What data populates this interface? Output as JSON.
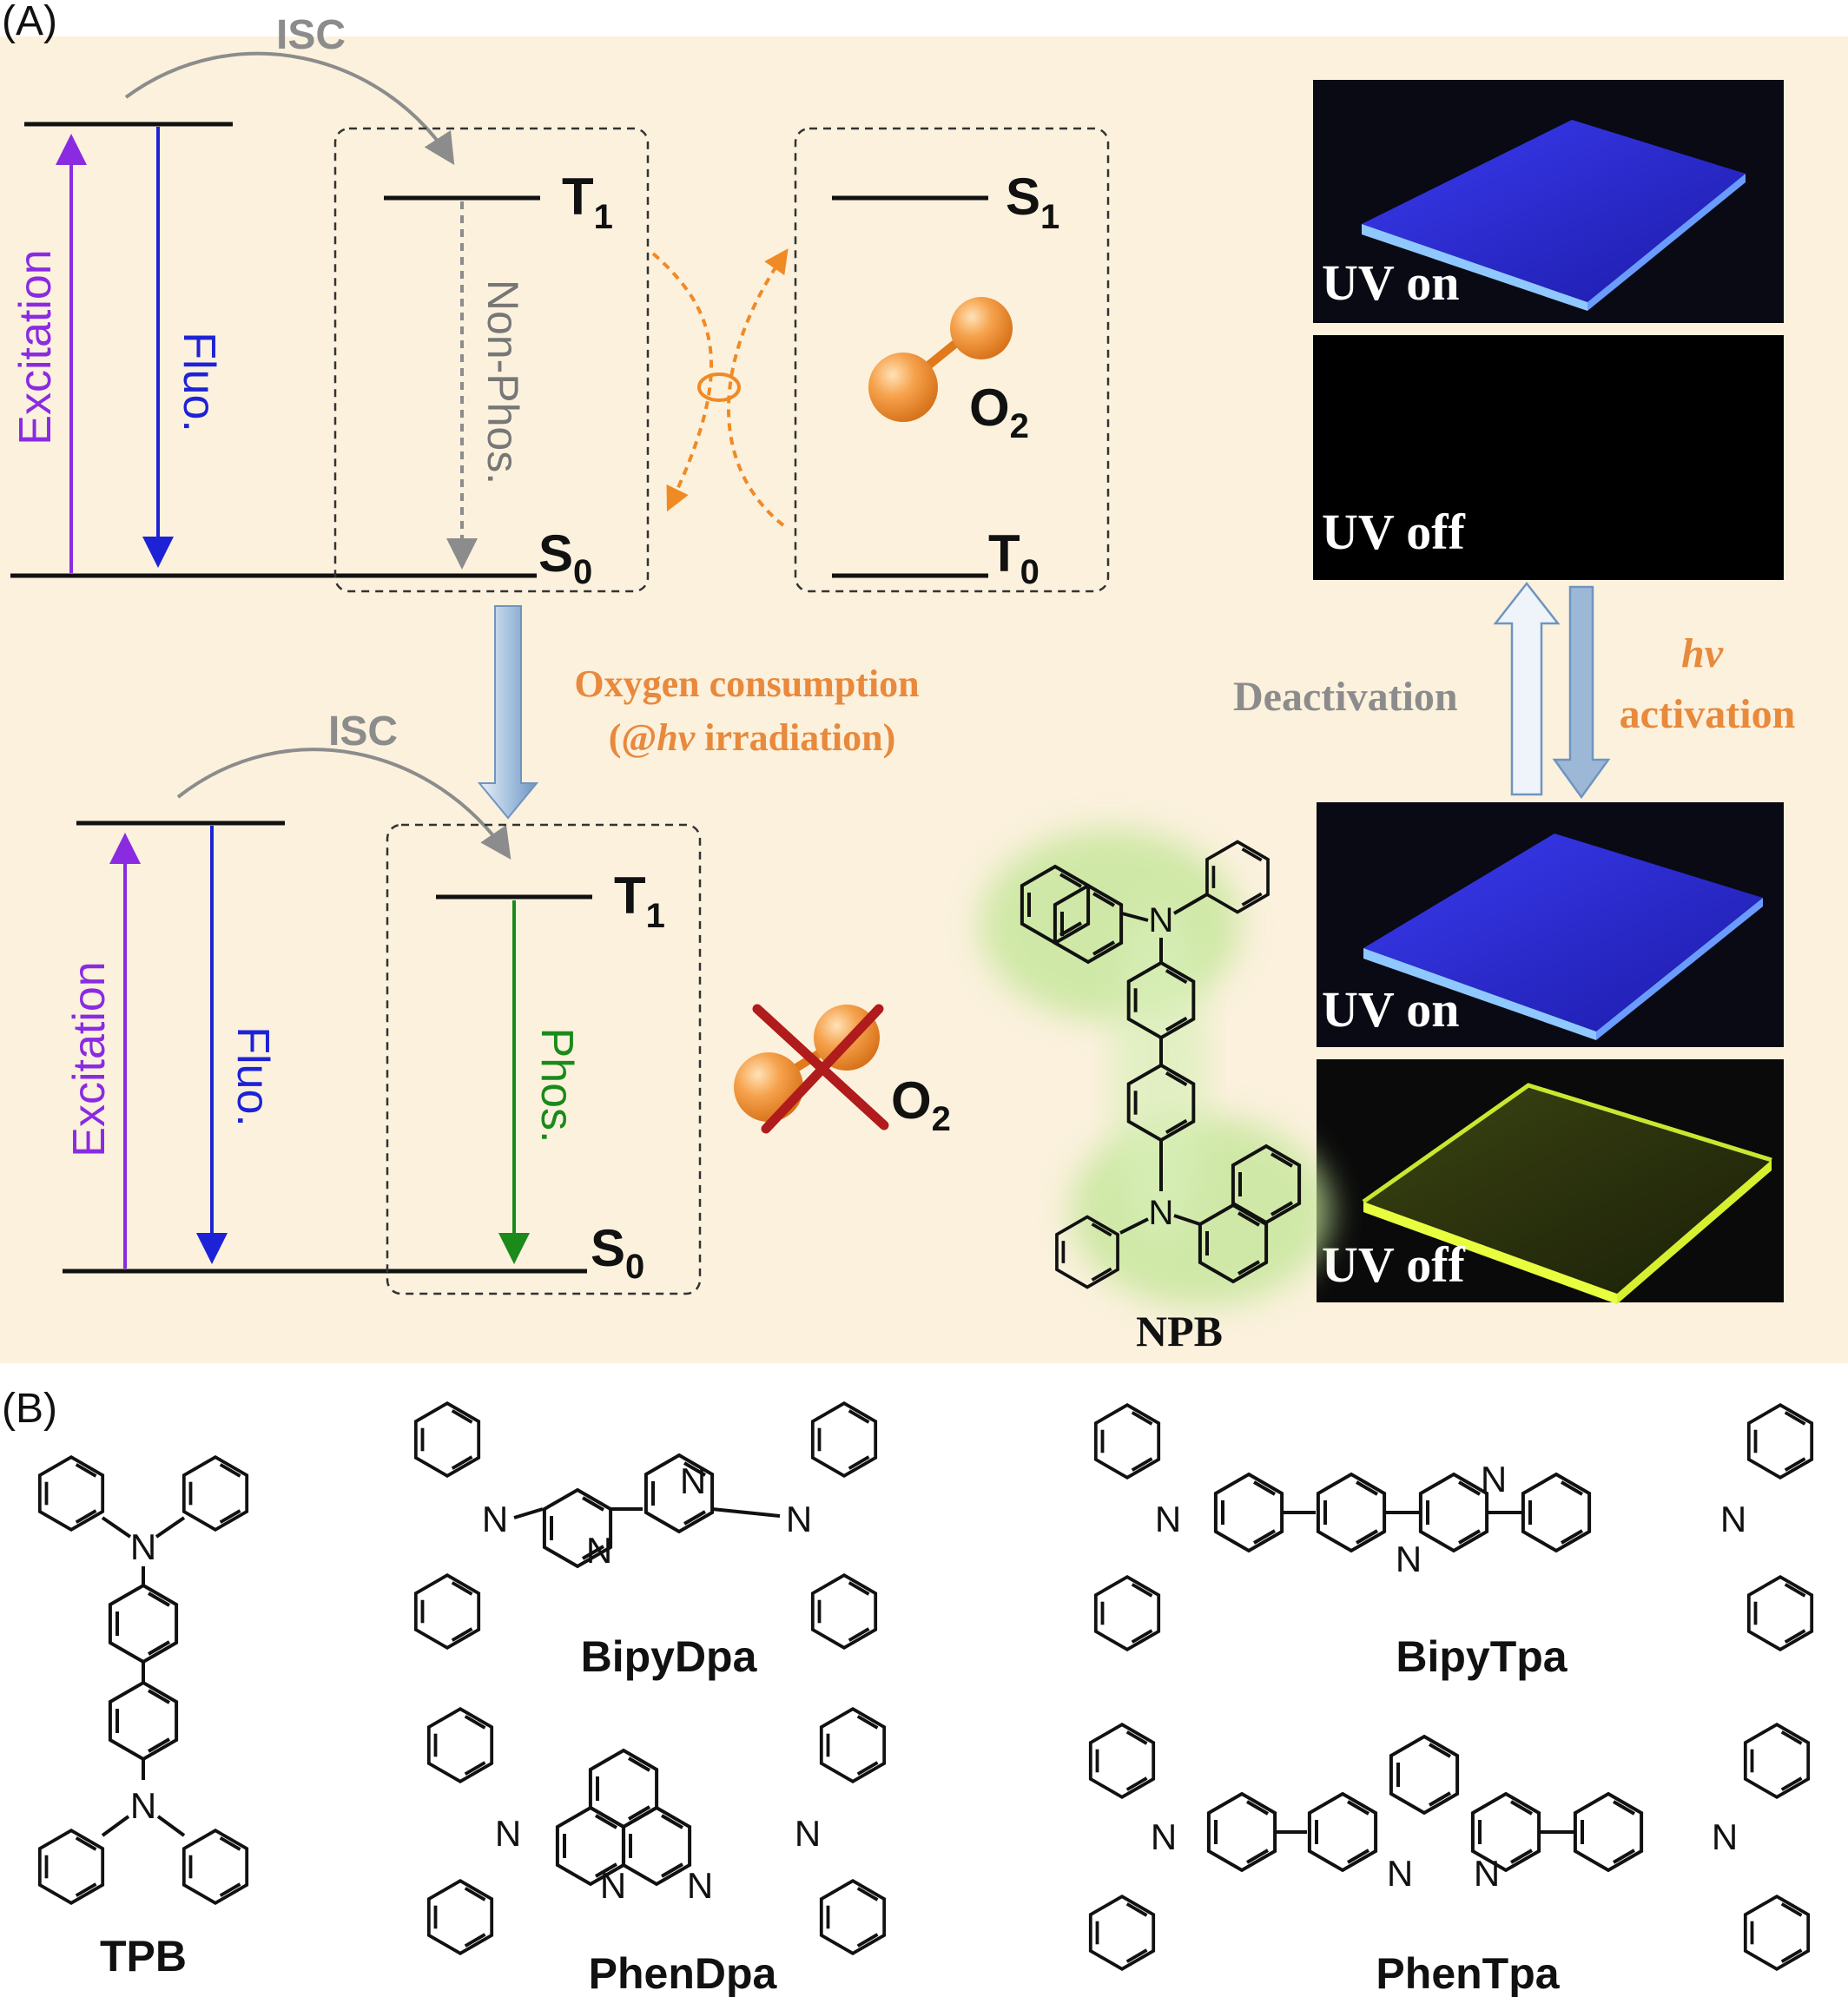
{
  "panel_a": {
    "label": "(A)",
    "isc": "ISC",
    "excitation": "Excitation",
    "fluo": "Fluo.",
    "non_phos": "Non-Phos.",
    "phos": "Phos.",
    "level_T": "T",
    "level_S": "S",
    "sub_1": "1",
    "sub_0": "0",
    "o2_main": "O",
    "o2_sub": "2",
    "oxygen_line1": "Oxygen consumption",
    "oxygen_line2_pre": "(@",
    "oxygen_line2_hv": "hv",
    "oxygen_line2_post": " irradiation)",
    "deactivation": "Deactivation",
    "hv": "hv",
    "activation": "activation",
    "uv_on": "UV on",
    "uv_off": "UV off",
    "npb": "NPB",
    "atom_N": "N"
  },
  "panel_b": {
    "label": "(B)",
    "molecules": [
      "TPB",
      "BipyDpa",
      "BipyTpa",
      "PhenDpa",
      "PhenTpa"
    ]
  },
  "colors": {
    "background_a": "#fbf1dd",
    "excitation": "#8a2be2",
    "fluo": "#1e22d6",
    "phos": "#1a8a1a",
    "orange": "#f08a24",
    "gray_text": "#8c8c8c",
    "oxygen_text": "#e8893c",
    "cross": "#b01b1b",
    "glow": "#c5e69a"
  }
}
